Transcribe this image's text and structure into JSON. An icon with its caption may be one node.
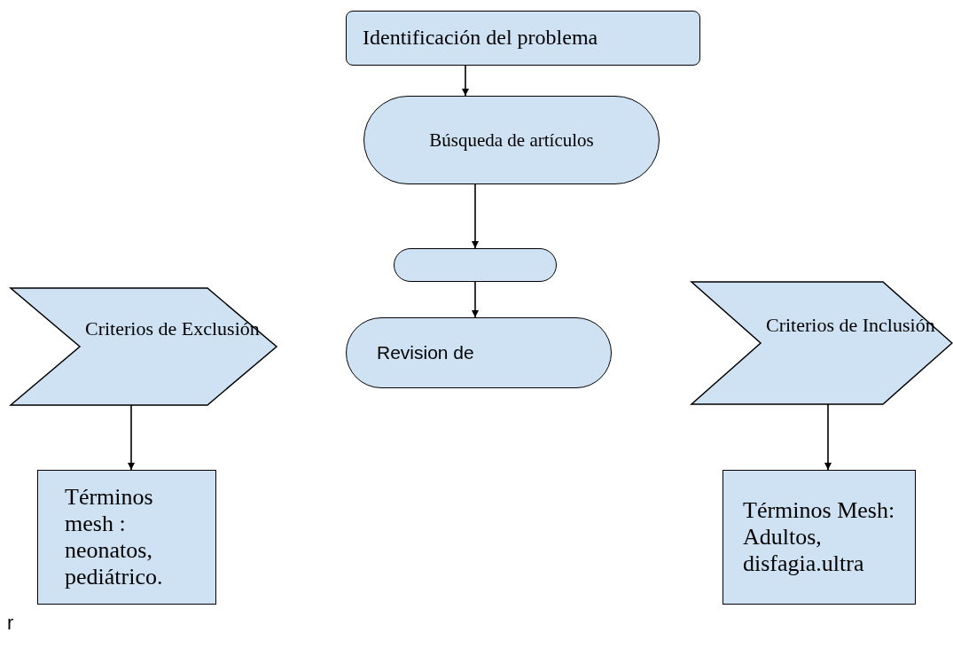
{
  "diagram": {
    "nodes": [
      {
        "text": [
          "Identificación del problema"
        ]
      },
      {
        "text": [
          "Búsqueda de artículos"
        ]
      },
      {
        "text": [],
        "shape": "box"
      },
      {
        "text": [
          "Criterios de Exclusión"
        ]
      },
      {
        "text": [
          "Revision de"
        ]
      },
      {
        "text": [
          "Criterios de Inclusión"
        ]
      },
      {
        "text": [
          "Términos mesh : neonatos, pediátrico."
        ]
      },
      {
        "text": [
          "Términos Mesh: Adultos, disfagia.ultra"
        ]
      }
    ],
    "edges": [
      {
        "from": 0,
        "to": 1,
        "arrow": "to"
      },
      {
        "from": 1,
        "to": 2,
        "arrow": "to"
      },
      {
        "from": 2,
        "to": 4,
        "arrow": "to"
      },
      {
        "from": 3,
        "to": 6,
        "arrow": "to"
      },
      {
        "from": 5,
        "to": 7,
        "arrow": "to"
      }
    ],
    "labels": [
      "r"
    ]
  }
}
